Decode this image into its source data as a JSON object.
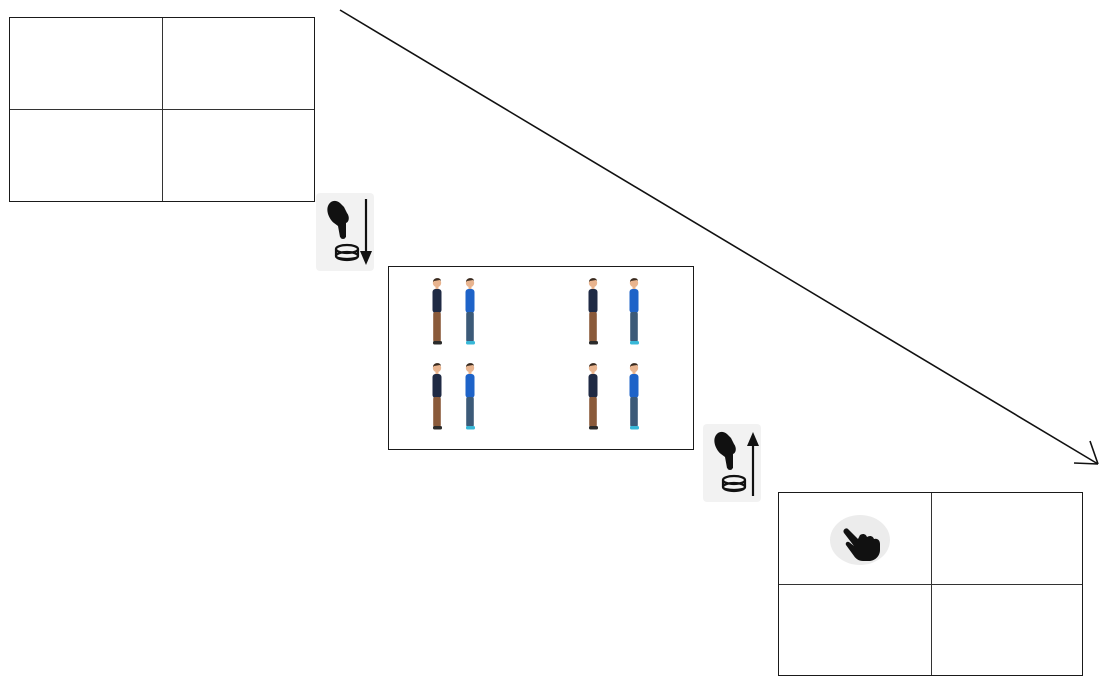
{
  "diagram": {
    "panels": [
      {
        "id": "grid-empty",
        "name": "empty-2x2-grid"
      },
      {
        "id": "grid-people",
        "name": "people-stimulus-grid"
      },
      {
        "id": "grid-response",
        "name": "response-2x2-grid"
      }
    ],
    "icons": {
      "press": "finger-press-button-icon",
      "release": "finger-release-button-icon",
      "cursor": "pointing-hand-cursor-icon",
      "arrow_down": "arrow-down-icon",
      "arrow_up": "arrow-up-icon",
      "timeline": "timeline-arrow-icon"
    },
    "colors": {
      "line": "#111111",
      "shirt_dark": "#1f2a44",
      "shirt_blue": "#1e63c8",
      "pants_brown": "#8a5a3a",
      "pants_jeans": "#3c5a78",
      "skin": "#e8b48f",
      "shoe_dark": "#2b2b2b",
      "shoe_cyan": "#38b8d8"
    }
  }
}
